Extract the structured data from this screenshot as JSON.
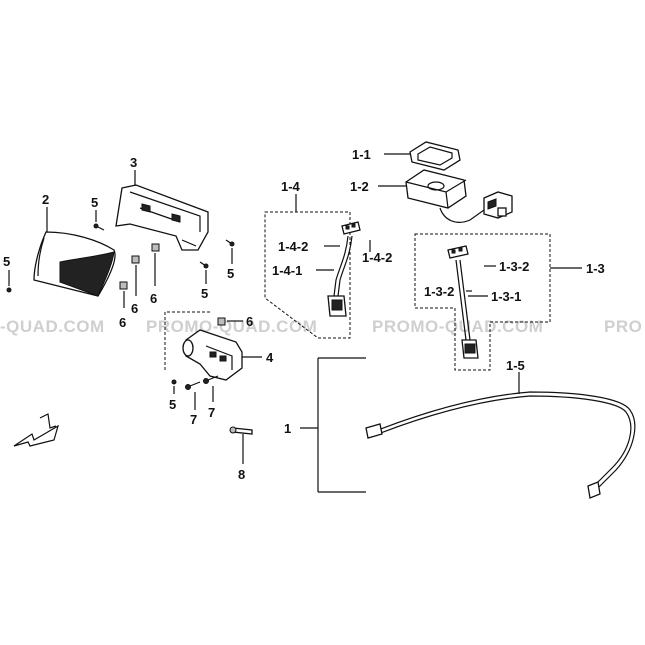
{
  "watermark": {
    "segments": [
      "-QUAD.COM",
      "PROMO-QUAD.COM",
      "PROMO-QUAD.COM",
      "PRO"
    ]
  },
  "labels": {
    "p1": "1",
    "p1_1": "1-1",
    "p1_2": "1-2",
    "p1_3": "1-3",
    "p1_3_1": "1-3-1",
    "p1_3_2a": "1-3-2",
    "p1_3_2b": "1-3-2",
    "p1_4": "1-4",
    "p1_4_1": "1-4-1",
    "p1_4_2a": "1-4-2",
    "p1_4_2b": "1-4-2",
    "p1_5": "1-5",
    "p2": "2",
    "p3": "3",
    "p4": "4",
    "p5a": "5",
    "p5b": "5",
    "p5c": "5",
    "p5d": "5",
    "p5e": "5",
    "p6a": "6",
    "p6b": "6",
    "p6c": "6",
    "p6d": "6",
    "p7a": "7",
    "p7b": "7",
    "p8": "8"
  },
  "colors": {
    "line": "#111111",
    "watermark": "#cfcfcf",
    "background": "#ffffff"
  }
}
